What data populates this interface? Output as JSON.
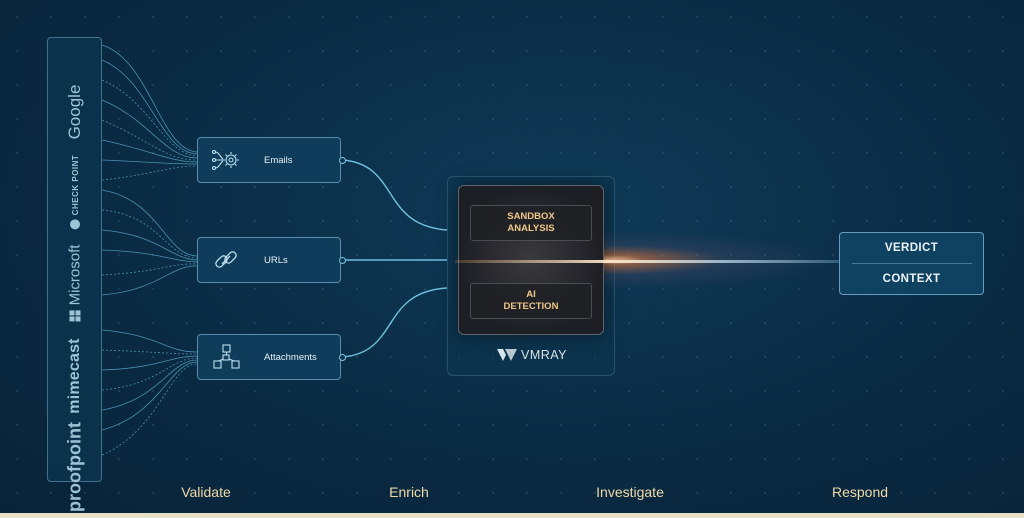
{
  "vendors": {
    "google": "Google",
    "checkpoint": "CHECK POINT",
    "microsoft": "Microsoft",
    "mimecast": "mimecast",
    "proofpoint": "proofpoint"
  },
  "inputs": {
    "emails": "Emails",
    "urls": "URLs",
    "attachments": "Attachments"
  },
  "vmray": {
    "sandbox_line1": "SANDBOX",
    "sandbox_line2": "ANALYSIS",
    "ai_line1": "AI",
    "ai_line2": "DETECTION",
    "logo": "VMRAY"
  },
  "output": {
    "verdict": "VERDICT",
    "context": "CONTEXT"
  },
  "stages": {
    "validate": "Validate",
    "enrich": "Enrich",
    "investigate": "Investigate",
    "respond": "Respond"
  },
  "colors": {
    "background": "#0a2b44",
    "accent_gold": "#efd9a6",
    "panel_text": "#f0c889",
    "wire": "#6fc0df"
  }
}
